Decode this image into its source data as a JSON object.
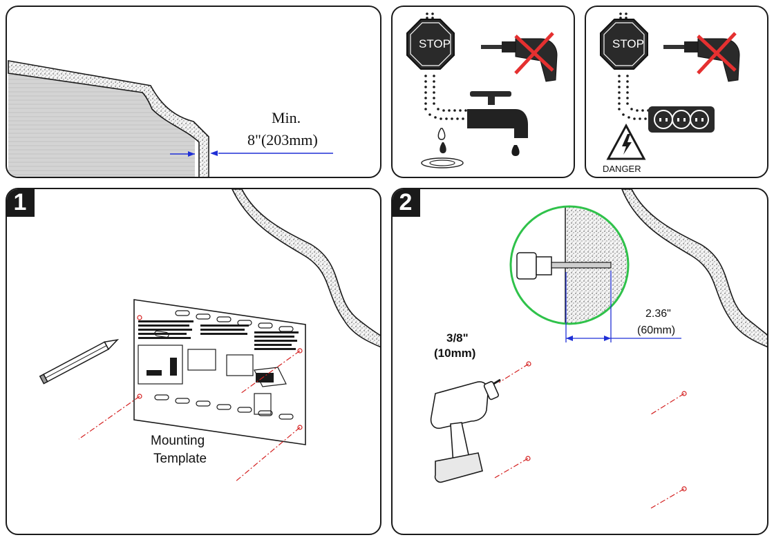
{
  "panel_top_left": {
    "min_label": "Min.",
    "distance_label": "8\"(203mm)"
  },
  "panel_top_middle": {
    "stop_text": "STOP"
  },
  "panel_top_right": {
    "stop_text": "STOP",
    "danger_text": "DANGER"
  },
  "step1": {
    "number": "1",
    "template_label_line1": "Mounting",
    "template_label_line2": "Template"
  },
  "step2": {
    "number": "2",
    "drill_bit_size": "3/8\"",
    "drill_bit_size_mm": "(10mm)",
    "depth_in": "2.36\"",
    "depth_mm": "(60mm)"
  },
  "colors": {
    "outline": "#1a1a1a",
    "dimension_blue": "#1f2fd6",
    "cross_red": "#e53030",
    "marking_red": "#d42020",
    "zoom_green": "#2fc24a"
  }
}
